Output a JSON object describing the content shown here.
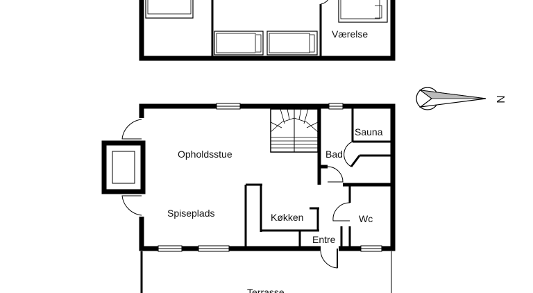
{
  "floorplan": {
    "upper_floor": {
      "rooms": [
        {
          "id": "vaerelse",
          "label": "Værelse"
        }
      ]
    },
    "ground_floor": {
      "rooms": [
        {
          "id": "opholdsstue",
          "label": "Opholdsstue"
        },
        {
          "id": "spiseplads",
          "label": "Spiseplads"
        },
        {
          "id": "kokken",
          "label": "Køkken"
        },
        {
          "id": "bad",
          "label": "Bad"
        },
        {
          "id": "sauna",
          "label": "Sauna"
        },
        {
          "id": "wc",
          "label": "Wc"
        },
        {
          "id": "entre",
          "label": "Entre"
        },
        {
          "id": "terrasse",
          "label": "Terrasse"
        }
      ]
    },
    "compass": {
      "label": "N"
    },
    "colors": {
      "wall": "#000000",
      "background": "#ffffff",
      "window": "#ffffff"
    }
  }
}
